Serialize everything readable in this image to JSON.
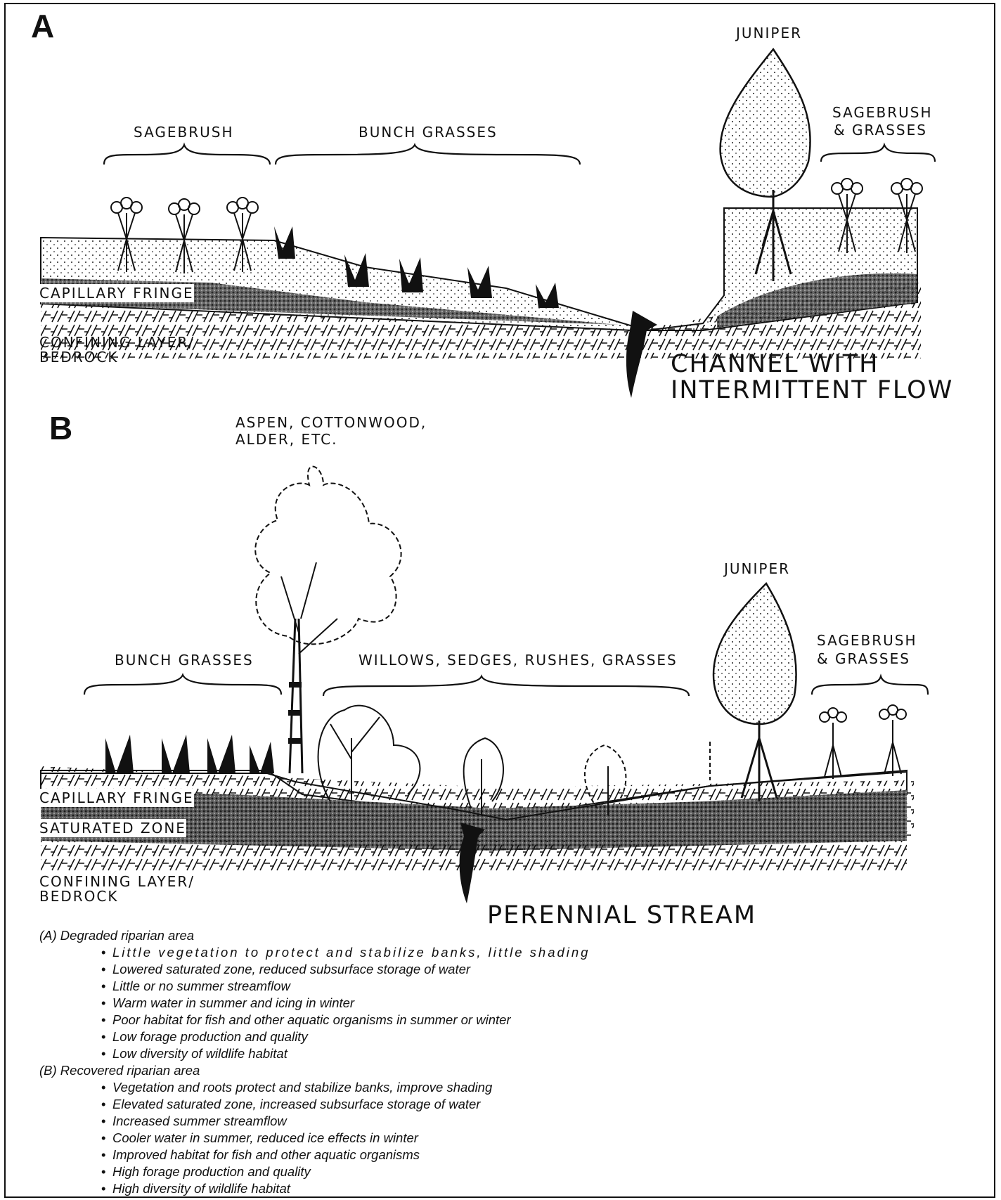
{
  "panel_a": {
    "letter": "A",
    "labels": {
      "juniper": "JUNIPER",
      "sagebrush": "SAGEBRUSH",
      "bunch_grasses": "BUNCH GRASSES",
      "sagebrush_grasses_1": "SAGEBRUSH",
      "sagebrush_grasses_2": "& GRASSES",
      "capillary_fringe": "CAPILLARY FRINGE",
      "confining_1": "CONFINING LAYER/",
      "confining_2": "BEDROCK",
      "channel_1": "CHANNEL WITH",
      "channel_2": "INTERMITTENT FLOW"
    }
  },
  "panel_b": {
    "letter": "B",
    "labels": {
      "trees_1": "ASPEN, COTTONWOOD,",
      "trees_2": "ALDER, ETC.",
      "juniper": "JUNIPER",
      "bunch_grasses": "BUNCH GRASSES",
      "willows": "WILLOWS, SEDGES, RUSHES, GRASSES",
      "sagebrush_grasses_1": "SAGEBRUSH",
      "sagebrush_grasses_2": "& GRASSES",
      "capillary_fringe": "CAPILLARY FRINGE",
      "saturated_zone": "SATURATED ZONE",
      "confining_1": "CONFINING LAYER/",
      "confining_2": "BEDROCK",
      "stream": "PERENNIAL STREAM"
    }
  },
  "notes": [
    {
      "heading": "(A) Degraded riparian area",
      "items": [
        "Little vegetation to protect and stabilize banks, little shading",
        "Lowered saturated zone, reduced subsurface storage of water",
        "Little or no summer streamflow",
        "Warm water in summer and icing in winter",
        "Poor habitat for fish and other aquatic organisms in summer or winter",
        "Low forage production and quality",
        "Low diversity of wildlife habitat"
      ]
    },
    {
      "heading": "(B) Recovered riparian area",
      "items": [
        "Vegetation and roots protect and stabilize banks, improve shading",
        "Elevated saturated zone, increased subsurface storage of water",
        "Increased summer streamflow",
        "Cooler water in summer, reduced ice effects in winter",
        "Improved habitat for fish and other aquatic organisms",
        "High forage production and quality",
        "High diversity of wildlife habitat"
      ]
    }
  ]
}
